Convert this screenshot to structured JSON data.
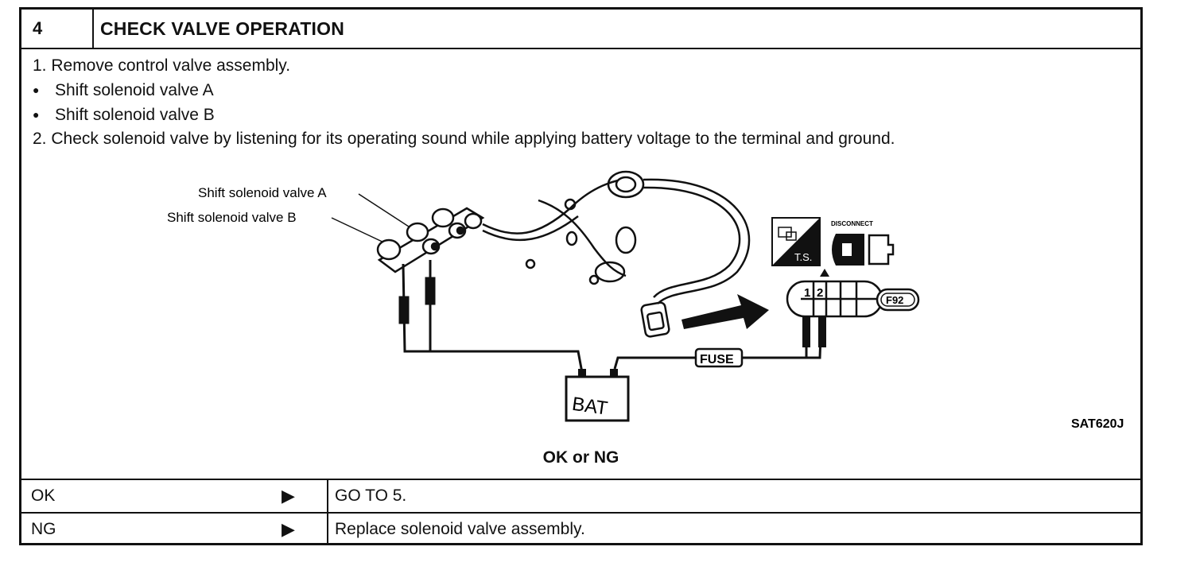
{
  "header": {
    "number": "4",
    "title": "CHECK VALVE OPERATION"
  },
  "steps": [
    "1.  Remove control valve assembly.",
    "Shift solenoid valve A",
    "Shift solenoid valve B",
    "2.  Check solenoid valve by listening for its operating sound while applying battery voltage to the terminal and ground."
  ],
  "diagram": {
    "label_a": "Shift solenoid valve A",
    "label_b": "Shift solenoid valve B",
    "fuse": "FUSE",
    "battery": "BAT",
    "ts": "T.S.",
    "disconnect": "DISCONNECT",
    "terminal_1": "1",
    "terminal_2": "2",
    "connector": "F92",
    "figure_id": "SAT620J"
  },
  "question": "OK or NG",
  "results": [
    {
      "label": "OK",
      "arrow": "▶",
      "action": "GO TO 5."
    },
    {
      "label": "NG",
      "arrow": "▶",
      "action": "Replace solenoid valve assembly."
    }
  ]
}
